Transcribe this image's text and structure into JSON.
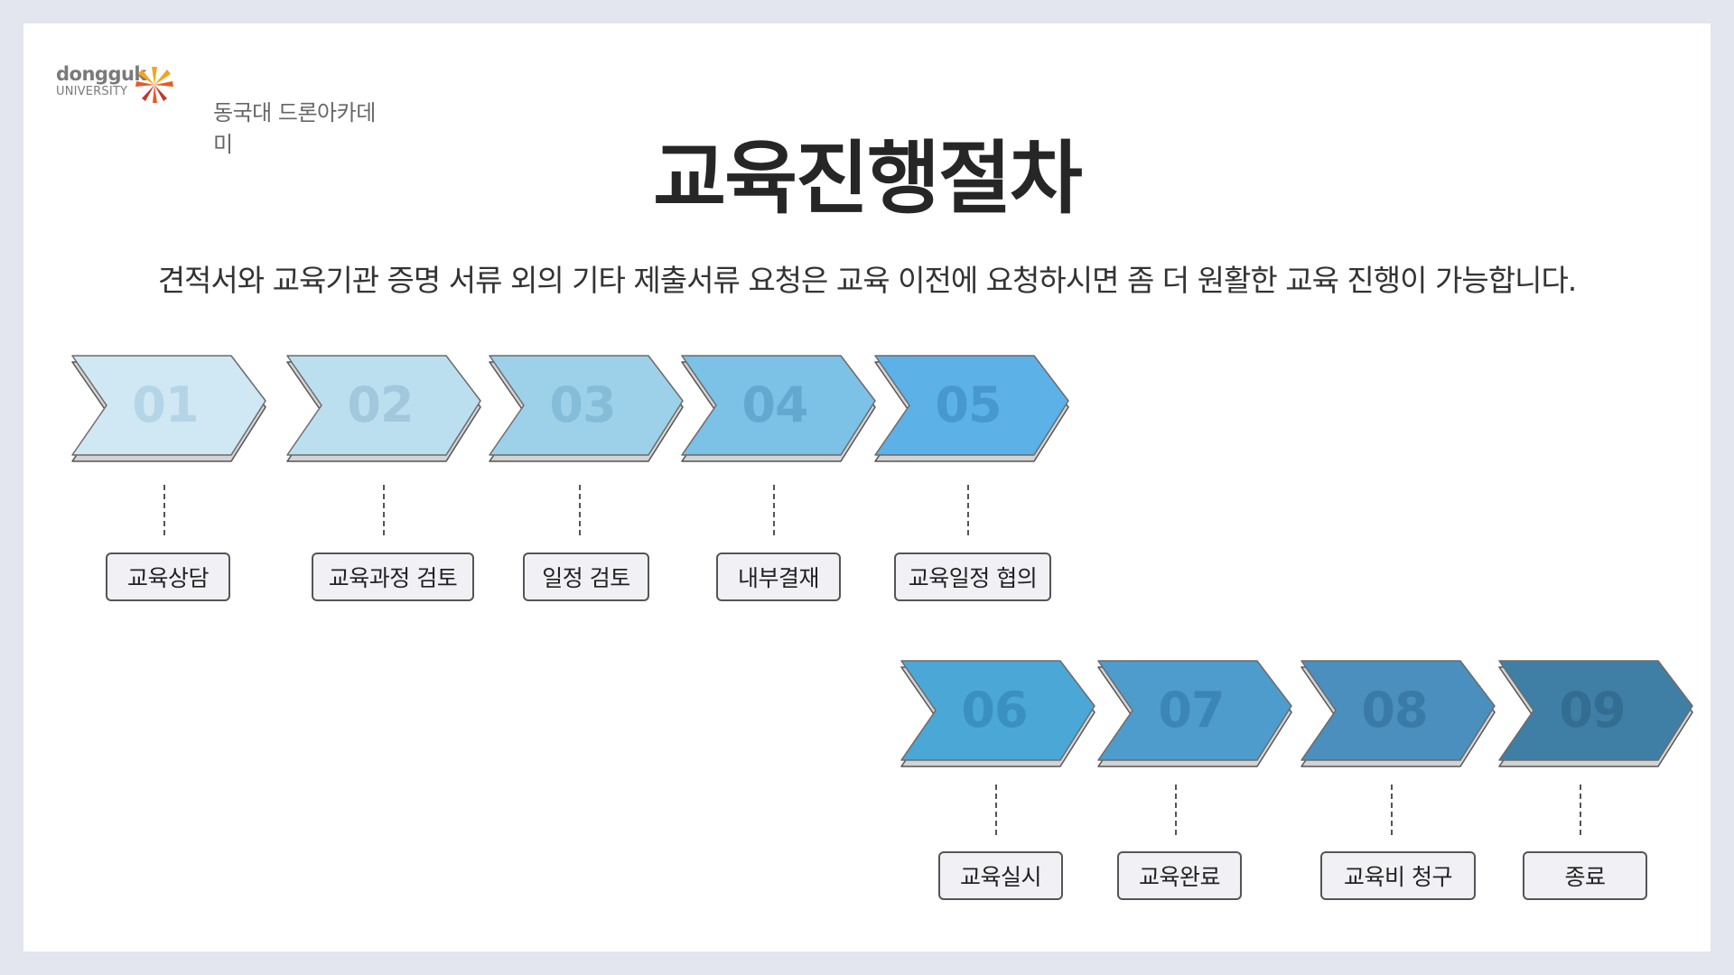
{
  "logo": {
    "english_line1": "dongguk",
    "english_line2": "UNIVERSITY",
    "korean": "동국대 드론아카데미",
    "mark_colors": [
      "#f3a51c",
      "#e9592a",
      "#c5372b"
    ]
  },
  "title": "교육진행절차",
  "subtitle": "견적서와 교육기관 증명 서류 외의 기타 제출서류 요청은 교육 이전에 요청하시면 좀 더 원활한 교육 진행이 가능합니다.",
  "steps": [
    {
      "number": "01",
      "label": "교육상담",
      "fill": "#cfe8f4",
      "num_color": "#b4d5e6"
    },
    {
      "number": "02",
      "label": "교육과정 검토",
      "fill": "#bcdff0",
      "num_color": "#a2c8dd"
    },
    {
      "number": "03",
      "label": "일정 검토",
      "fill": "#9dd1ea",
      "num_color": "#85bcd8"
    },
    {
      "number": "04",
      "label": "내부결재",
      "fill": "#7cc1e6",
      "num_color": "#62a9d0"
    },
    {
      "number": "05",
      "label": "교육일정 협의",
      "fill": "#5cb1e6",
      "num_color": "#4698cf"
    },
    {
      "number": "06",
      "label": "교육실시",
      "fill": "#4ba7d6",
      "num_color": "#3a90bf"
    },
    {
      "number": "07",
      "label": "교육완료",
      "fill": "#4e9ccc",
      "num_color": "#3b86b6"
    },
    {
      "number": "08",
      "label": "교육비 청구",
      "fill": "#4a8fbe",
      "num_color": "#3a7aa8"
    },
    {
      "number": "09",
      "label": "종료",
      "fill": "#3f7fa6",
      "num_color": "#336d92"
    }
  ]
}
